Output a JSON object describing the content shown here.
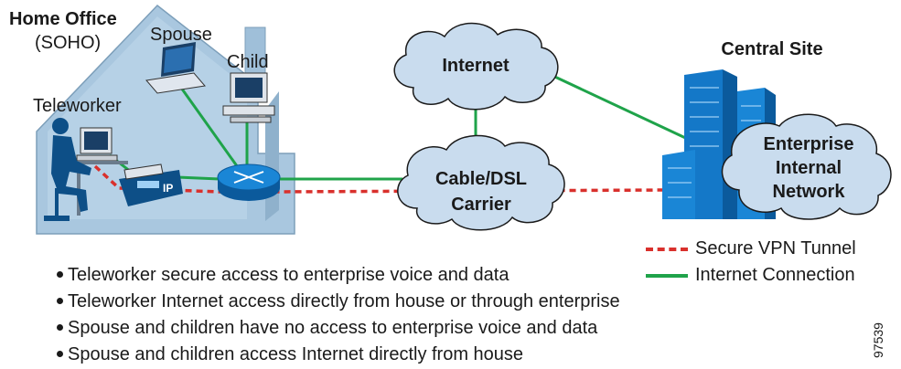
{
  "home": {
    "title": "Home Office",
    "subtitle": "(SOHO)",
    "spouse": "Spouse",
    "child": "Child",
    "teleworker": "Teleworker",
    "phone_tag": "IP"
  },
  "clouds": {
    "internet": "Internet",
    "carrier_line1": "Cable/DSL",
    "carrier_line2": "Carrier"
  },
  "central": {
    "title": "Central Site",
    "line1": "Enterprise",
    "line2": "Internal",
    "line3": "Network"
  },
  "legend": {
    "vpn": "Secure VPN Tunnel",
    "internet": "Internet Connection"
  },
  "bullets": [
    "Teleworker secure access to enterprise voice and data",
    "Teleworker Internet access directly from house or through enterprise",
    "Spouse and children have no access to enterprise voice and data",
    "Spouse and children access Internet directly from house"
  ],
  "figure_id": "97539",
  "colors": {
    "vpn_tunnel": "#d9302c",
    "internet_connection": "#1fa34a",
    "cloud": "#c9dcee",
    "house": "#9fbfd9",
    "building": "#1478c8"
  }
}
